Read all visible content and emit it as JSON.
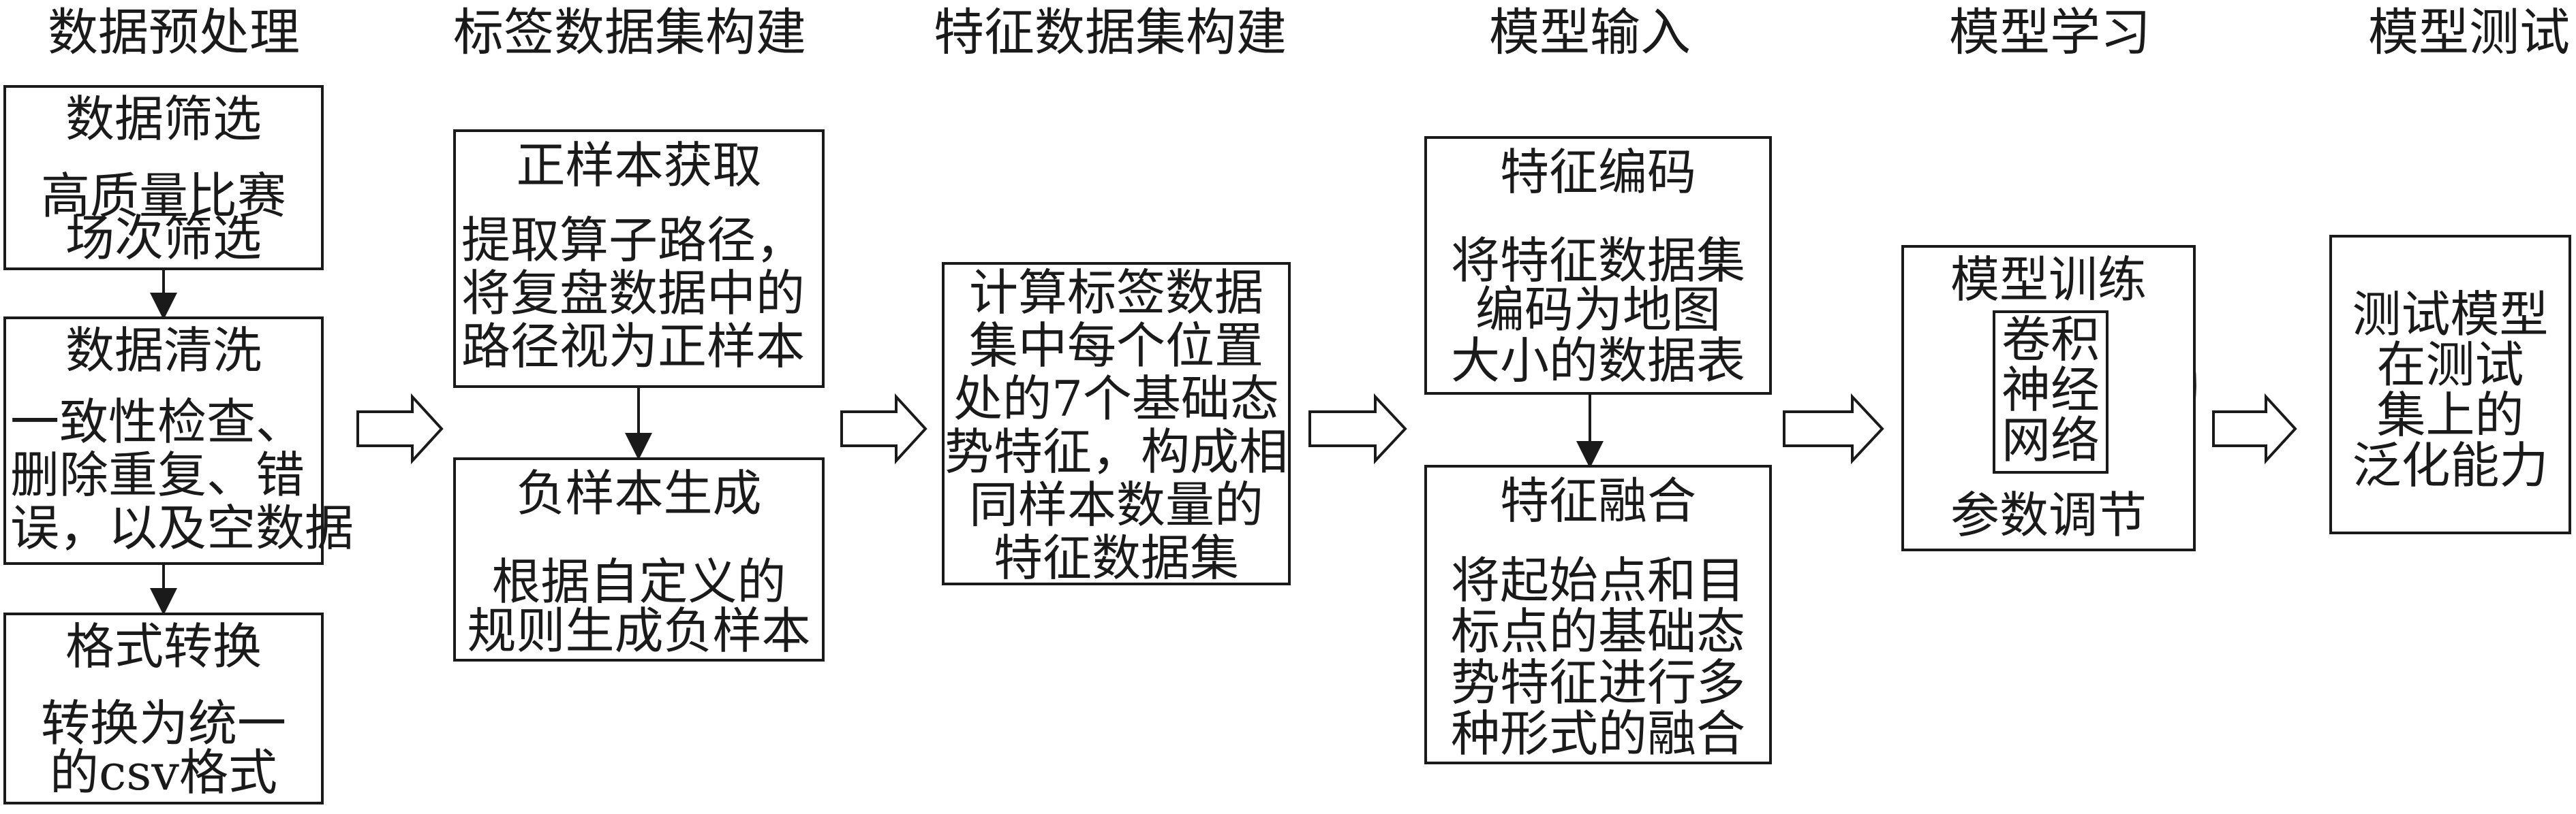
{
  "headers": {
    "preprocess": "数据预处理",
    "label_build": "标签数据集构建",
    "feature_build": "特征数据集构建",
    "model_input": "模型输入",
    "model_learn": "模型学习",
    "model_test": "模型测试"
  },
  "preprocess": {
    "filter_title": "数据筛选",
    "filter_line1": "高质量比赛",
    "filter_line2": "场次筛选",
    "clean_title": "数据清洗",
    "clean_line1": "一致性检查、",
    "clean_line2": "删除重复、错",
    "clean_line3": "误，以及空数据",
    "format_title": "格式转换",
    "format_line1": "转换为统一",
    "format_line2": "的csv格式"
  },
  "label": {
    "pos_title": "正样本获取",
    "pos_line1": "提取算子路径，",
    "pos_line2": "将复盘数据中的",
    "pos_line3": "路径视为正样本",
    "neg_title": "负样本生成",
    "neg_line1": "根据自定义的",
    "neg_line2": "规则生成负样本"
  },
  "feature": {
    "line1": "计算标签数据",
    "line2": "集中每个位置",
    "line3": "处的7个基础态",
    "line4": "势特征，构成相",
    "line5": "同样本数量的",
    "line6": "特征数据集"
  },
  "input": {
    "encode_title": "特征编码",
    "encode_line1": "将特征数据集",
    "encode_line2": "编码为地图",
    "encode_line3": "大小的数据表",
    "fuse_title": "特征融合",
    "fuse_line1": "将起始点和目",
    "fuse_line2": "标点的基础态",
    "fuse_line3": "势特征进行多",
    "fuse_line4": "种形式的融合"
  },
  "learn": {
    "train": "模型训练",
    "cnn_line1": "卷积",
    "cnn_line2": "神经",
    "cnn_line3": "网络",
    "tune": "参数调节"
  },
  "test": {
    "line1": "测试模型",
    "line2": "在测试",
    "line3": "集上的",
    "line4": "泛化能力"
  }
}
